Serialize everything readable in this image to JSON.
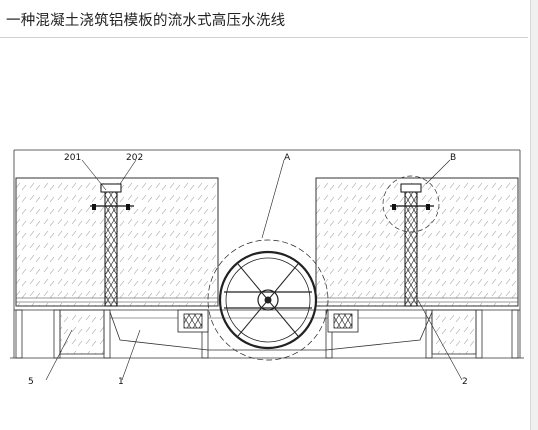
{
  "page": {
    "title": "一种混凝土浇筑铝模板的流水式高压水洗线"
  },
  "labels": {
    "l201": "201",
    "l202": "202",
    "A": "A",
    "B": "B",
    "l5": "5",
    "l1": "1",
    "l2": "2"
  }
}
